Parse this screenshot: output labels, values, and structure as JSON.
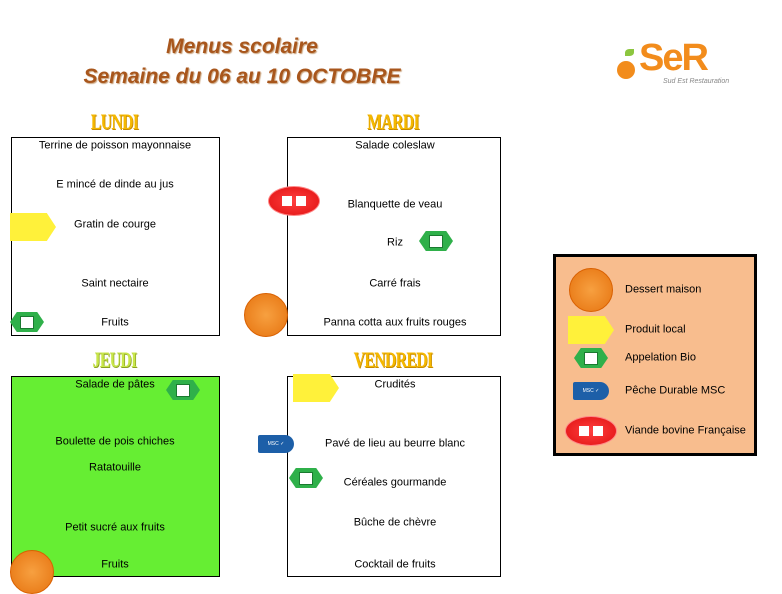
{
  "header": {
    "line1": "Menus scolaire",
    "line2": "Semaine du 06 au 10 OCTOBRE"
  },
  "logo": {
    "text": "SeR",
    "subtitle": "Sud Est Restauration"
  },
  "days": [
    {
      "name": "LUNDI",
      "items": [
        "Terrine de poisson mayonnaise",
        "E mincé de dinde au jus",
        "Gratin de courge",
        "Saint nectaire",
        "Fruits"
      ]
    },
    {
      "name": "MARDI",
      "items": [
        "Salade coleslaw",
        "Blanquette de veau",
        "Riz",
        "Carré frais",
        "Panna cotta aux fruits rouges"
      ]
    },
    {
      "name": "JEUDI",
      "items": [
        "Salade de pâtes",
        "Boulette de pois chiches",
        "Ratatouille",
        "Petit sucré aux fruits",
        "Fruits"
      ]
    },
    {
      "name": "VENDREDI",
      "items": [
        "Crudités",
        "Pavé de lieu au beurre blanc",
        "Céréales gourmande",
        "Bûche de chèvre",
        "Cocktail de fruits"
      ]
    }
  ],
  "legend": [
    {
      "type": "dessert",
      "label": "Dessert maison"
    },
    {
      "type": "local",
      "label": "Produit local"
    },
    {
      "type": "bio",
      "label": "Appelation Bio"
    },
    {
      "type": "msc",
      "label": "Pêche Durable MSC"
    },
    {
      "type": "viande",
      "label": "Viande bovine Française"
    }
  ],
  "colors": {
    "jeudi_bg": "#66ee33",
    "legend_bg": "#f8bd8e",
    "title": "#a8561c"
  }
}
